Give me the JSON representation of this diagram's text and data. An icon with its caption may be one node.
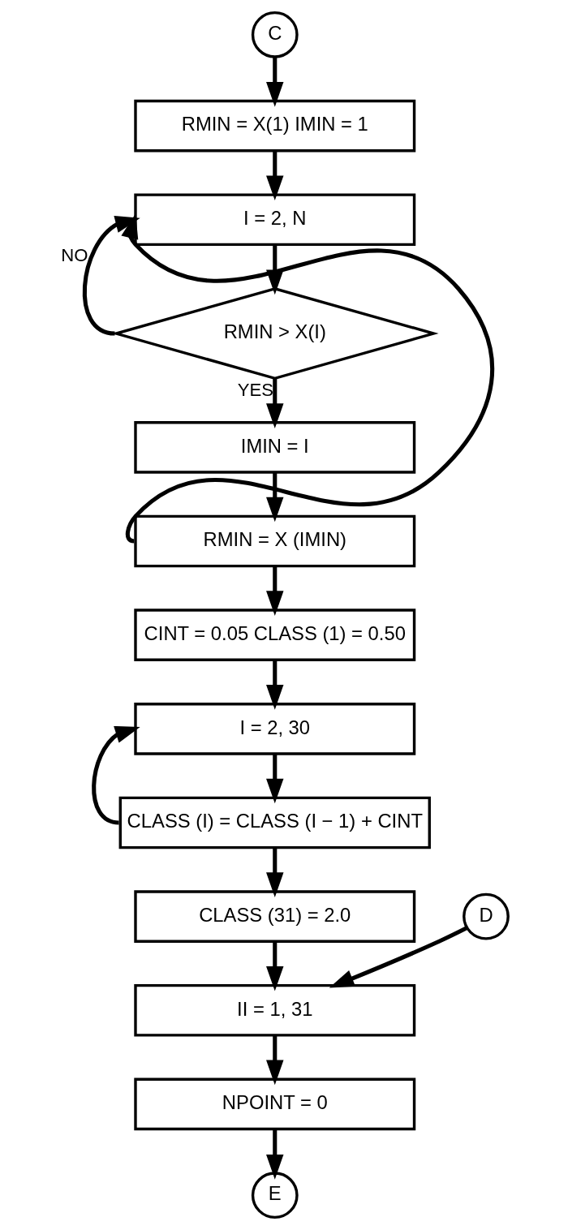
{
  "diagram": {
    "nodes": [
      {
        "text": [
          "C"
        ]
      },
      {
        "text": [
          "RMIN = X(1) IMIN = 1"
        ]
      },
      {
        "text": [
          "I = 2, N"
        ]
      },
      {
        "text": [
          "RMIN > X(I)"
        ]
      },
      {
        "text": [
          "IMIN = I"
        ]
      },
      {
        "text": [
          "RMIN = X (IMIN)"
        ]
      },
      {
        "text": [
          "CINT = 0.05 CLASS (1) = 0.50"
        ]
      },
      {
        "text": [
          "I = 2, 30"
        ]
      },
      {
        "text": [
          "CLASS (I) = CLASS (I − 1) + CINT"
        ]
      },
      {
        "text": [
          "CLASS (31) = 2.0"
        ]
      },
      {
        "text": [
          "II = 1, 31"
        ]
      },
      {
        "text": [
          "NPOINT = 0"
        ]
      },
      {
        "text": [
          "D"
        ]
      },
      {
        "text": [
          "E"
        ]
      }
    ],
    "edges": [
      {
        "from": 0,
        "to": 1,
        "arrow": "to"
      },
      {
        "from": 1,
        "to": 2,
        "arrow": "to"
      },
      {
        "from": 2,
        "to": 3,
        "arrow": "to"
      },
      {
        "from": 3,
        "to": 4,
        "arrow": "to",
        "label": "YES"
      },
      {
        "from": 3,
        "to": 2,
        "arrow": "to",
        "label": "NO"
      },
      {
        "from": 4,
        "to": 5,
        "arrow": "to"
      },
      {
        "from": 5,
        "to": 2,
        "arrow": "to"
      },
      {
        "from": 5,
        "to": 6,
        "arrow": "to"
      },
      {
        "from": 6,
        "to": 7,
        "arrow": "to"
      },
      {
        "from": 7,
        "to": 8,
        "arrow": "to"
      },
      {
        "from": 8,
        "to": 7,
        "arrow": "to"
      },
      {
        "from": 8,
        "to": 9,
        "arrow": "to"
      },
      {
        "from": 9,
        "to": 10,
        "arrow": "to"
      },
      {
        "from": 12,
        "to": 10,
        "arrow": "to"
      },
      {
        "from": 10,
        "to": 11,
        "arrow": "to"
      },
      {
        "from": 11,
        "to": 13,
        "arrow": "to"
      }
    ]
  }
}
